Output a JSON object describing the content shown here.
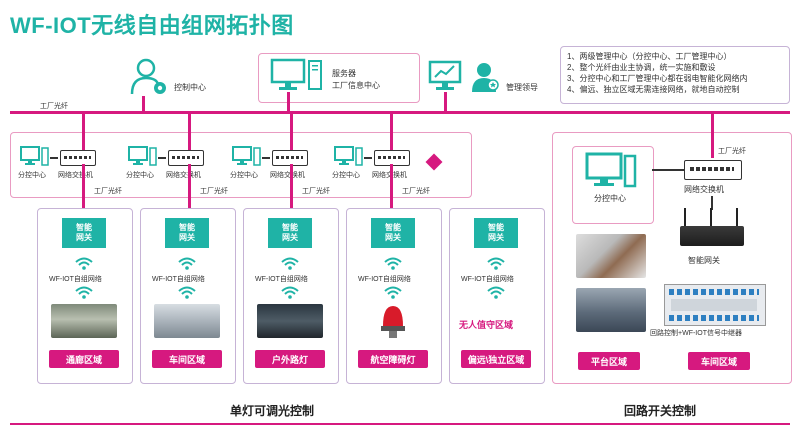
{
  "title": "WF-IOT无线自由组网拓扑图",
  "top": {
    "control_center": "控制中心",
    "server_line1": "服务器",
    "server_line2": "工厂信息中心",
    "management": "管理领导",
    "fiber_label": "工厂光纤"
  },
  "notes": [
    "1、两级管理中心（分控中心、工厂管理中心）",
    "2、整个光纤由业主协调，统一实施和敷设",
    "3、分控中心和工厂管理中心都在弱电智能化网络内",
    "4、偏远、独立区域无需连接网络，就地自动控制"
  ],
  "sub_centers": [
    {
      "center": "分控中心",
      "switch": "网络交换机"
    },
    {
      "center": "分控中心",
      "switch": "网络交换机"
    },
    {
      "center": "分控中心",
      "switch": "网络交换机"
    },
    {
      "center": "分控中心",
      "switch": "网络交换机"
    }
  ],
  "fiber_labels": [
    "工厂光纤",
    "工厂光纤",
    "工厂光纤",
    "工厂光纤"
  ],
  "gateway_label_1": "智能",
  "gateway_label_2": "网关",
  "network_label": "WF-IOT自组网络",
  "areas": [
    {
      "label": "通廊区域"
    },
    {
      "label": "车间区域"
    },
    {
      "label": "户外路灯"
    },
    {
      "label": "航空障碍灯"
    },
    {
      "label": "偏远\\独立区域",
      "note": "无人值守区域"
    }
  ],
  "right": {
    "fiber_label": "工厂光纤",
    "center": "分控中心",
    "switch": "网络交换机",
    "gateway": "智能网关",
    "relay": "回路控制+WF-IOT信号中继器",
    "areas": [
      "平台区域",
      "车间区域"
    ]
  },
  "bottom": {
    "left": "单灯可调光控制",
    "right": "回路开关控制"
  },
  "colors": {
    "accent": "#d6197f",
    "teal": "#1fb3a6"
  }
}
